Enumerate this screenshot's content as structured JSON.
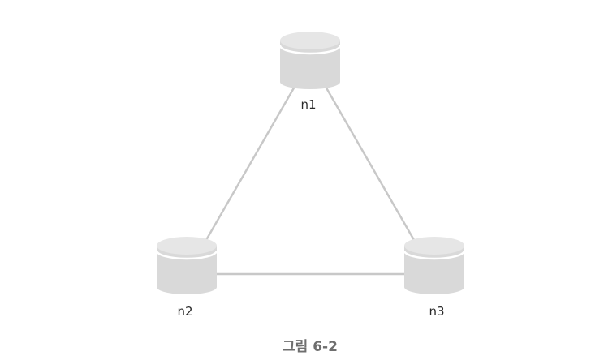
{
  "nodes": [
    {
      "id": "n1",
      "label": "n1"
    },
    {
      "id": "n2",
      "label": "n2"
    },
    {
      "id": "n3",
      "label": "n3"
    }
  ],
  "edges": [
    {
      "from": "n1",
      "to": "n2"
    },
    {
      "from": "n1",
      "to": "n3"
    },
    {
      "from": "n2",
      "to": "n3"
    }
  ],
  "caption": "그림 6-2",
  "colors": {
    "edge": "#c8c8c8",
    "cylinder_body": "#d9d9d9",
    "cylinder_top": "#e6e6e6",
    "cylinder_rim": "#ffffff"
  }
}
